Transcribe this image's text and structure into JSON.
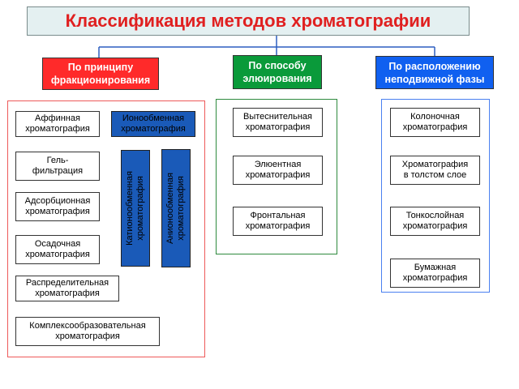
{
  "title": "Классификация методов хроматографии",
  "categories": [
    {
      "label": "По принципу\nфракционирования"
    },
    {
      "label": "По способу\nэлюирования"
    },
    {
      "label": "По расположению\nнеподвижной фазы"
    }
  ],
  "left_group": {
    "items": [
      "Аффинная\nхроматография",
      "Ионообменная\nхроматография",
      "Гель-\nфильтрация",
      "Адсорбционная\nхроматография",
      "Осадочная\nхроматография",
      "Распределительная\nхроматография",
      "Комплексообразовательная\nхроматография"
    ],
    "vertical": [
      "Катионообменная\nхроматография",
      "Анионообменная\nхроматография"
    ]
  },
  "middle_group": {
    "items": [
      "Вытеснительная\nхроматография",
      "Элюентная\nхроматография",
      "Фронтальная\nхроматография"
    ]
  },
  "right_group": {
    "items": [
      "Колоночная\nхроматография",
      "Хроматография\nв толстом слое",
      "Тонкослойная\nхроматография",
      "Бумажная\nхроматография"
    ]
  },
  "colors": {
    "title_text": "#e02020",
    "red": "#ff2a2a",
    "green": "#0a9a3a",
    "blue": "#1060f0",
    "dark_box": "#1a5ab8"
  }
}
